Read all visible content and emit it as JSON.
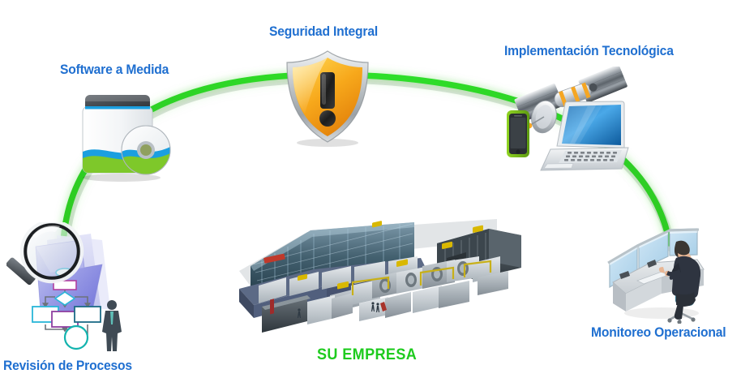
{
  "diagram": {
    "type": "cycle-arc-infographic",
    "language": "es",
    "background_color": "#ffffff",
    "arc_color": "#2ecc24",
    "label_color": "#1f6fd0",
    "center_label_color": "#1ecb1e"
  },
  "center": {
    "label": "SU EMPRESA",
    "icon": "datacenter-facility-icon"
  },
  "nodes": [
    {
      "id": "software",
      "label": "Software a Medida",
      "icon": "software-box-cd-icon",
      "position": "top-left"
    },
    {
      "id": "seguridad",
      "label": "Seguridad Integral",
      "icon": "shield-warning-icon",
      "position": "top-center"
    },
    {
      "id": "implementacion",
      "label": "Implementación Tecnológica",
      "icon": "satellite-laptop-phone-icon",
      "position": "top-right"
    },
    {
      "id": "revision",
      "label": "Revisión de Procesos",
      "icon": "magnifier-folder-flowchart-icon",
      "position": "bottom-left"
    },
    {
      "id": "monitoreo",
      "label": "Monitoreo Operacional",
      "icon": "control-room-desk-icon",
      "position": "bottom-right"
    }
  ]
}
